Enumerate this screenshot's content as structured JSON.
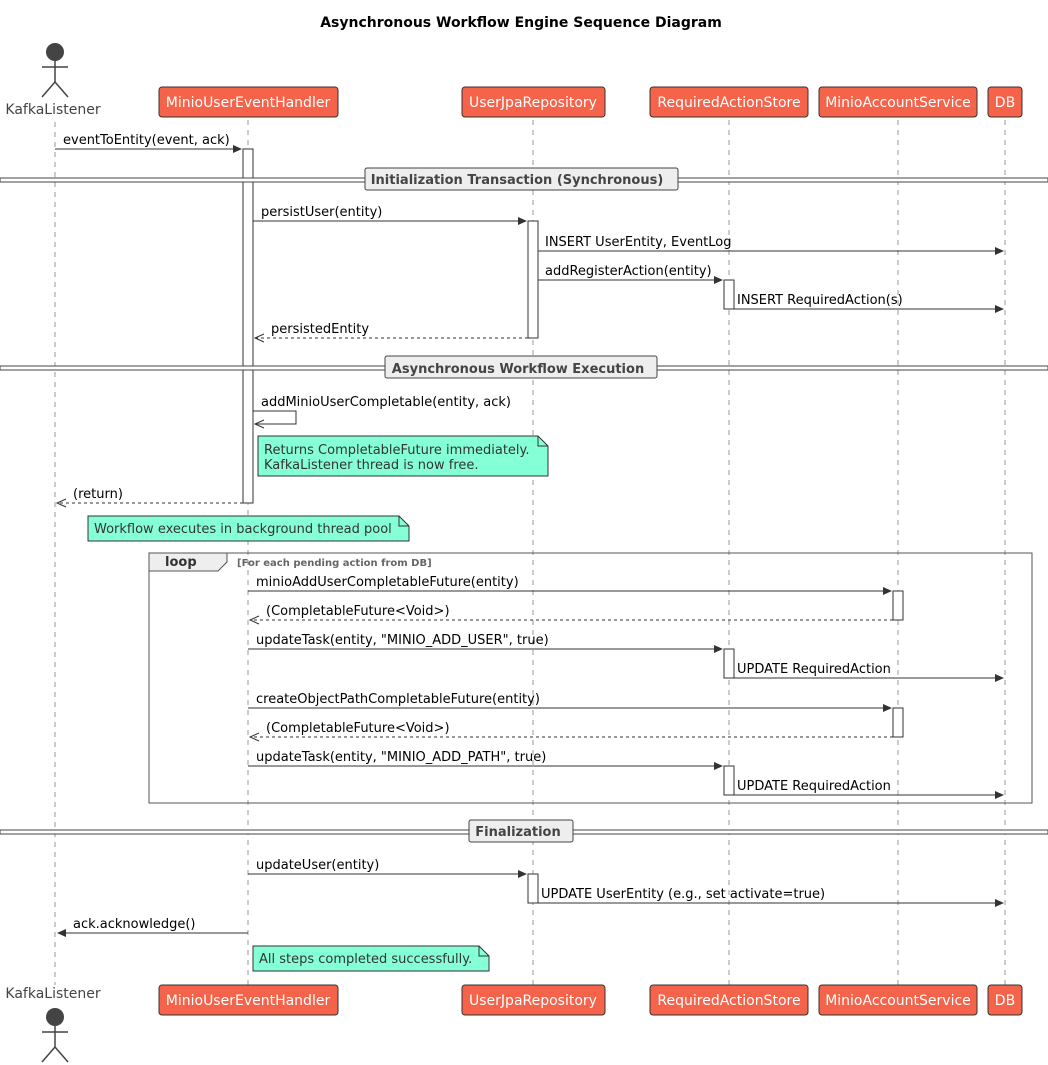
{
  "title": "Asynchronous Workflow Engine Sequence Diagram",
  "participants": [
    {
      "id": "kafka",
      "label": "KafkaListener",
      "kind": "actor"
    },
    {
      "id": "handler",
      "label": "MinioUserEventHandler",
      "kind": "participant"
    },
    {
      "id": "repo",
      "label": "UserJpaRepository",
      "kind": "participant"
    },
    {
      "id": "store",
      "label": "RequiredActionStore",
      "kind": "participant"
    },
    {
      "id": "minio",
      "label": "MinioAccountService",
      "kind": "participant"
    },
    {
      "id": "db",
      "label": "DB",
      "kind": "participant"
    }
  ],
  "dividers": [
    {
      "label": "Initialization Transaction (Synchronous)"
    },
    {
      "label": "Asynchronous Workflow Execution"
    },
    {
      "label": "Finalization"
    }
  ],
  "messages": [
    {
      "from": "kafka",
      "to": "handler",
      "label": "eventToEntity(event, ack)",
      "style": "solid"
    },
    {
      "from": "handler",
      "to": "repo",
      "label": "persistUser(entity)",
      "style": "solid"
    },
    {
      "from": "repo",
      "to": "db",
      "label": "INSERT UserEntity, EventLog",
      "style": "solid"
    },
    {
      "from": "repo",
      "to": "store",
      "label": "addRegisterAction(entity)",
      "style": "solid"
    },
    {
      "from": "store",
      "to": "db",
      "label": "INSERT RequiredAction(s)",
      "style": "solid"
    },
    {
      "from": "repo",
      "to": "handler",
      "label": "persistedEntity",
      "style": "dashed"
    },
    {
      "from": "handler",
      "to": "handler",
      "label": "addMinioUserCompletable(entity, ack)",
      "style": "solid"
    },
    {
      "from": "handler",
      "to": "kafka",
      "label": "(return)",
      "style": "dashed"
    },
    {
      "from": "handler",
      "to": "minio",
      "label": "minioAddUserCompletableFuture(entity)",
      "style": "solid"
    },
    {
      "from": "minio",
      "to": "handler",
      "label": "(CompletableFuture<Void>)",
      "style": "dashed"
    },
    {
      "from": "handler",
      "to": "store",
      "label": "updateTask(entity, \"MINIO_ADD_USER\", true)",
      "style": "solid"
    },
    {
      "from": "store",
      "to": "db",
      "label": "UPDATE RequiredAction",
      "style": "solid"
    },
    {
      "from": "handler",
      "to": "minio",
      "label": "createObjectPathCompletableFuture(entity)",
      "style": "solid"
    },
    {
      "from": "minio",
      "to": "handler",
      "label": "(CompletableFuture<Void>)",
      "style": "dashed"
    },
    {
      "from": "handler",
      "to": "store",
      "label": "updateTask(entity, \"MINIO_ADD_PATH\", true)",
      "style": "solid"
    },
    {
      "from": "store",
      "to": "db",
      "label": "UPDATE RequiredAction",
      "style": "solid"
    },
    {
      "from": "handler",
      "to": "repo",
      "label": "updateUser(entity)",
      "style": "solid"
    },
    {
      "from": "repo",
      "to": "db",
      "label": "UPDATE UserEntity (e.g., set activate=true)",
      "style": "solid"
    },
    {
      "from": "handler",
      "to": "kafka",
      "label": "ack.acknowledge()",
      "style": "solid"
    }
  ],
  "notes": [
    {
      "lines": [
        "Returns CompletableFuture immediately.",
        "KafkaListener thread is now free."
      ]
    },
    {
      "lines": [
        "Workflow executes in background thread pool"
      ]
    },
    {
      "lines": [
        "All steps completed successfully."
      ]
    }
  ],
  "loop": {
    "keyword": "loop",
    "guard": "[For each pending action from DB]"
  },
  "colors": {
    "participant_fill": "#F4634A",
    "note_fill": "#84FFD6",
    "actor_fill": "#444444"
  }
}
